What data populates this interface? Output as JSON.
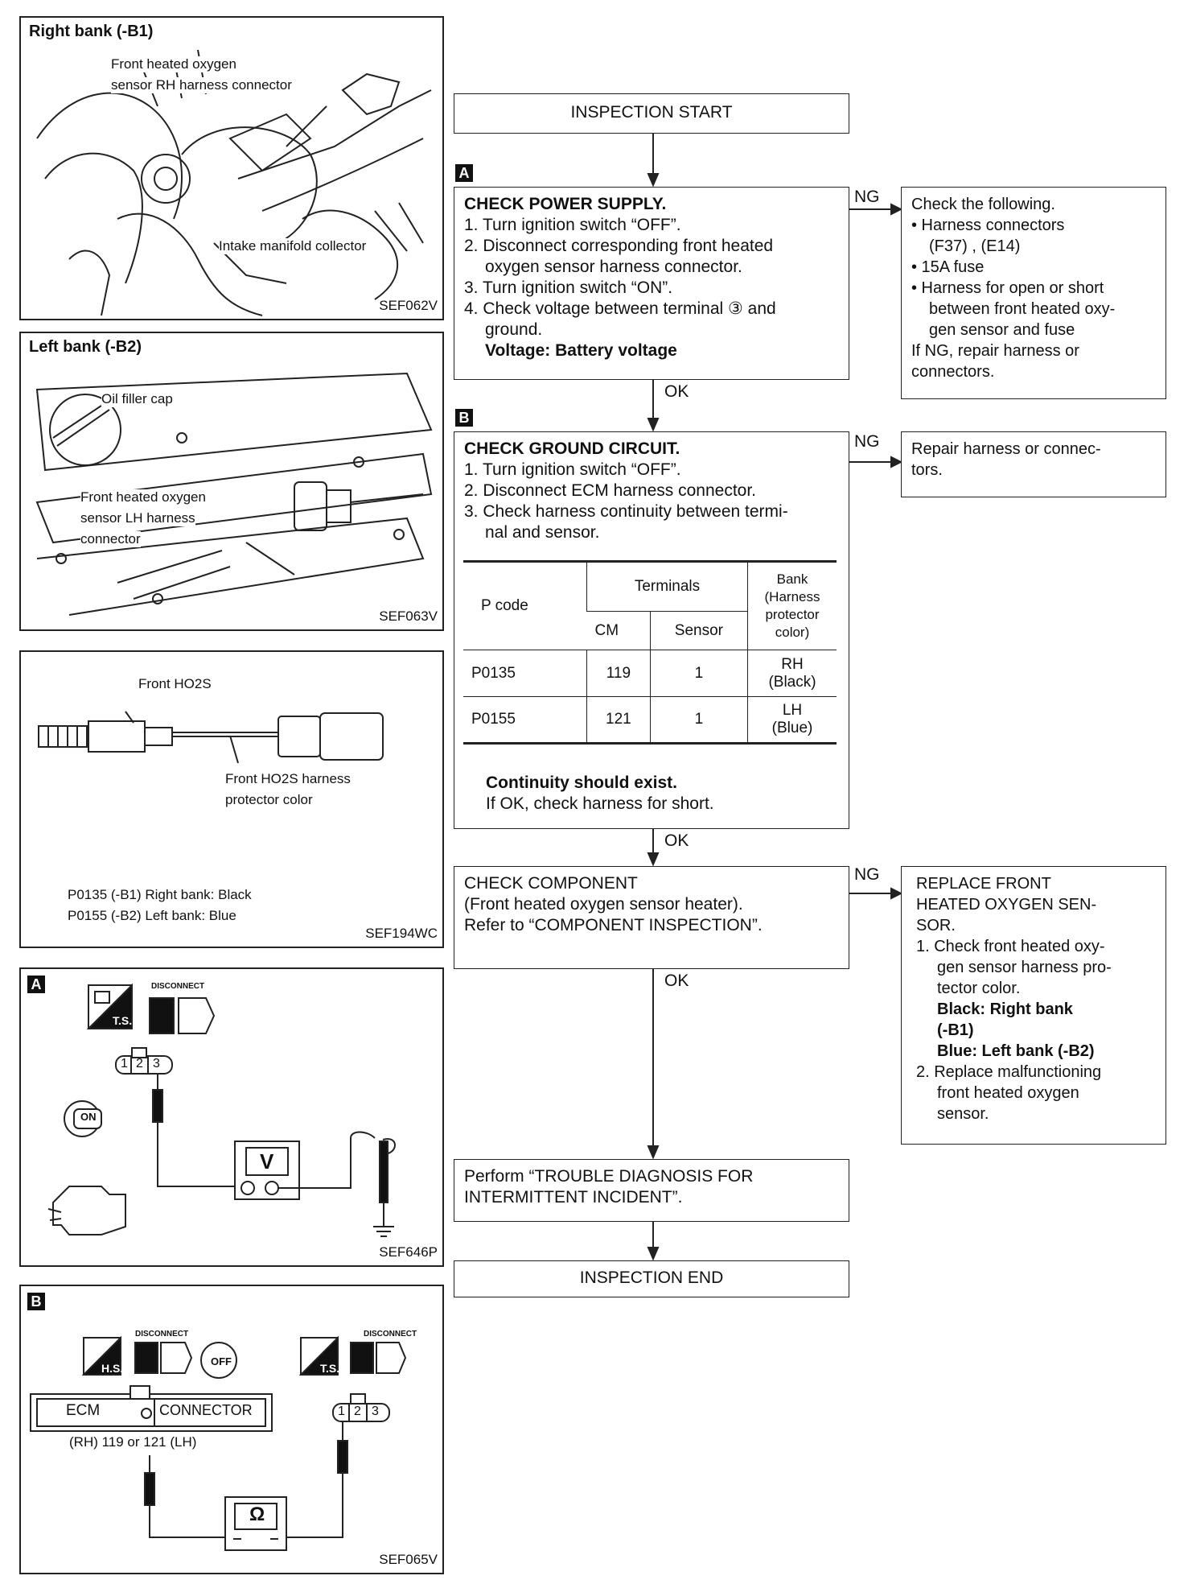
{
  "figures": {
    "right_bank": {
      "title": "Right bank (-B1)",
      "label1": "Front heated oxygen",
      "label2": "sensor RH harness connector",
      "label3": "Intake manifold collector",
      "code": "SEF062V"
    },
    "left_bank": {
      "title": "Left bank (-B2)",
      "label1": "Oil filler cap",
      "label2": "Front heated oxygen",
      "label3": "sensor LH harness",
      "label4": "connector",
      "code": "SEF063V"
    },
    "ho2s": {
      "label1": "Front HO2S",
      "label2": "Front HO2S harness",
      "label3": "protector color",
      "line1": "P0135 (-B1) Right bank: Black",
      "line2": "P0155 (-B2) Left bank: Blue",
      "code": "SEF194WC"
    },
    "fig_a": {
      "tag": "A",
      "disconnect": "DISCONNECT",
      "ts": "T.S.",
      "on": "ON",
      "v": "V",
      "pins": [
        "1",
        "2",
        "3"
      ],
      "code": "SEF646P"
    },
    "fig_b": {
      "tag": "B",
      "disconnect1": "DISCONNECT",
      "disconnect2": "DISCONNECT",
      "hs": "H.S.",
      "ts": "T.S.",
      "off": "OFF",
      "ecm": "ECM",
      "connector": "CONNECTOR",
      "pin_caption": "(RH) 119 or 121 (LH)",
      "ohm": "Ω",
      "pins": [
        "1",
        "2",
        "3"
      ],
      "code": "SEF065V"
    }
  },
  "flow": {
    "start": "INSPECTION START",
    "tag_a": "A",
    "tag_b": "B",
    "a_title": "CHECK POWER SUPPLY.",
    "a_steps": [
      "1. Turn ignition switch “OFF”.",
      "2. Disconnect corresponding front heated",
      "oxygen sensor harness connector.",
      "3. Turn ignition switch “ON”.",
      "4. Check voltage between terminal ③  and",
      "ground."
    ],
    "a_voltage": "Voltage: Battery voltage",
    "ng": "NG",
    "ok": "OK",
    "a_ng_lines": [
      "Check the following.",
      "• Harness connectors",
      "(F37) , (E14)",
      "• 15A fuse",
      "• Harness for open or short",
      "between front heated oxy-",
      "gen sensor and fuse",
      "If NG, repair harness or",
      "connectors."
    ],
    "b_title": "CHECK GROUND CIRCUIT.",
    "b_steps": [
      "1. Turn ignition switch “OFF”.",
      "2. Disconnect ECM harness connector.",
      "3. Check harness continuity between termi-",
      "nal and sensor."
    ],
    "b_ng_lines": [
      "Repair harness or connec-",
      "tors."
    ],
    "table": {
      "h_pcode": "P code",
      "h_terminals": "Terminals",
      "h_bank": "Bank (Harness protector color)",
      "h_cm": "CM",
      "h_sensor": "Sensor",
      "rows": [
        {
          "p": "P0135",
          "cm": "119",
          "s": "1",
          "bank1": "RH",
          "bank2": "(Black)"
        },
        {
          "p": "P0155",
          "cm": "121",
          "s": "1",
          "bank1": "LH",
          "bank2": "(Blue)"
        }
      ]
    },
    "b_cont": "Continuity should exist.",
    "b_ifok": "If OK, check harness for short.",
    "c_lines": [
      "CHECK COMPONENT",
      "(Front heated oxygen sensor heater).",
      "Refer to “COMPONENT INSPECTION”."
    ],
    "c_ng_lines": [
      "REPLACE FRONT",
      "HEATED OXYGEN SEN-",
      "SOR.",
      "1. Check front heated oxy-",
      "gen sensor harness pro-",
      "tector color."
    ],
    "c_ng_bold": [
      "Black: Right bank",
      "(-B1)",
      "Blue: Left bank (-B2)"
    ],
    "c_ng_lines2": [
      "2. Replace malfunctioning",
      "front heated oxygen",
      "sensor."
    ],
    "perform_lines": [
      "Perform “TROUBLE DIAGNOSIS FOR",
      "INTERMITTENT INCIDENT”."
    ],
    "end": "INSPECTION END"
  }
}
